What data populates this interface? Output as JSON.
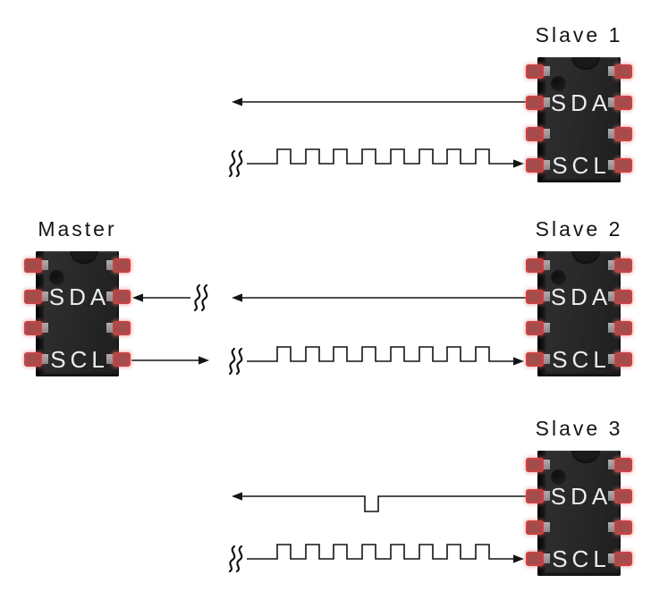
{
  "diagram": {
    "kind": "i2c-master-slave-bus-diagram",
    "background": "#ffffff"
  },
  "chips": {
    "master": {
      "title": "Master",
      "sda_label": "SDA",
      "scl_label": "SCL"
    },
    "slave1": {
      "title": "Slave 1",
      "sda_label": "SDA",
      "scl_label": "SCL"
    },
    "slave2": {
      "title": "Slave 2",
      "sda_label": "SDA",
      "scl_label": "SCL"
    },
    "slave3": {
      "title": "Slave 3",
      "sda_label": "SDA",
      "scl_label": "SCL"
    }
  },
  "signals": [
    {
      "id": "slave1-sda",
      "chip": "slave1",
      "signal": "SDA",
      "waveform": "level",
      "arrow_direction": "left",
      "break_symbol": false,
      "pulses": 0
    },
    {
      "id": "slave1-scl",
      "chip": "slave1",
      "signal": "SCL",
      "waveform": "clock",
      "arrow_direction": "right",
      "break_symbol": true,
      "pulses": 8
    },
    {
      "id": "master-sda",
      "chip": "master",
      "signal": "SDA",
      "waveform": "level",
      "arrow_direction": "left",
      "break_symbol": true,
      "pulses": 0
    },
    {
      "id": "master-scl",
      "chip": "master",
      "signal": "SCL",
      "waveform": "level",
      "arrow_direction": "right",
      "break_symbol": false,
      "pulses": 0
    },
    {
      "id": "slave2-sda",
      "chip": "slave2",
      "signal": "SDA",
      "waveform": "level",
      "arrow_direction": "left",
      "break_symbol": false,
      "pulses": 0
    },
    {
      "id": "slave2-scl",
      "chip": "slave2",
      "signal": "SCL",
      "waveform": "clock",
      "arrow_direction": "right",
      "break_symbol": true,
      "pulses": 8
    },
    {
      "id": "slave3-sda",
      "chip": "slave3",
      "signal": "SDA",
      "waveform": "level-low-pulse",
      "arrow_direction": "left",
      "break_symbol": false,
      "pulses": 1
    },
    {
      "id": "slave3-scl",
      "chip": "slave3",
      "signal": "SCL",
      "waveform": "clock",
      "arrow_direction": "right",
      "break_symbol": true,
      "pulses": 8
    }
  ],
  "colors": {
    "line": "#141414",
    "title_text": "#151515",
    "chip_label_text": "#ececec",
    "chip_body": "#272727",
    "pin_fill": "#a64b4b",
    "pin_border": "#c84343",
    "pin_glow": "#e87878"
  },
  "icons": {
    "break_symbol": "signal-continuation-squiggle",
    "arrowhead": "filled-triangle"
  }
}
